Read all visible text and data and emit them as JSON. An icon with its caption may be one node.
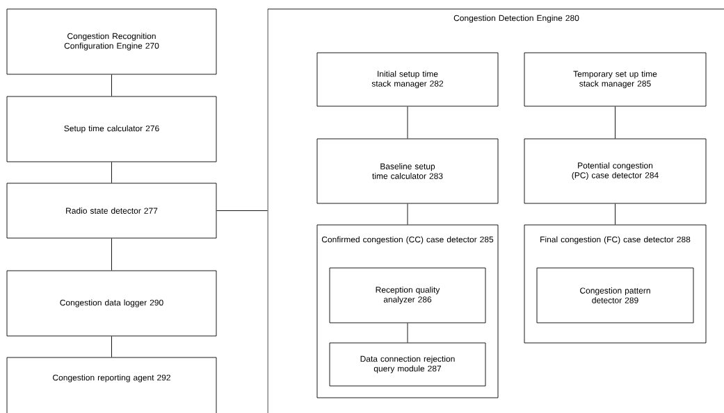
{
  "diagram": {
    "nodes": [
      {
        "text": [
          "Congestion Recognition Configuration Engine 270"
        ]
      },
      {
        "text": [
          "Setup time calculator 276"
        ]
      },
      {
        "text": [
          "Radio state detector 277"
        ]
      },
      {
        "text": [
          "Congestion data logger 290"
        ]
      },
      {
        "text": [
          "Congestion reporting agent 292"
        ]
      },
      {
        "text": [
          "Congestion Detection Engine 280"
        ]
      },
      {
        "text": [
          "Initial setup time stack manager 282"
        ],
        "in": 5
      },
      {
        "text": [
          "Temporary set up time stack manager 285"
        ],
        "in": 5
      },
      {
        "text": [
          "Baseline setup time calculator 283"
        ],
        "in": 5
      },
      {
        "text": [
          "Potential congestion (PC) case detector 284"
        ],
        "in": 5
      },
      {
        "text": [
          "Confirmed congestion (CC) case detector 285"
        ],
        "in": 5
      },
      {
        "text": [
          "Reception quality analyzer 286"
        ],
        "in": 10
      },
      {
        "text": [
          "Data connection rejection query module 287"
        ],
        "in": 10
      },
      {
        "text": [
          "Final congestion (FC) case detector 288"
        ],
        "in": 5
      },
      {
        "text": [
          "Congestion pattern detector 289"
        ],
        "in": 13
      }
    ],
    "edges": [
      {
        "from": 0,
        "to": 1,
        "arrow": "none"
      },
      {
        "from": 1,
        "to": 2,
        "arrow": "none"
      },
      {
        "from": 2,
        "to": 3,
        "arrow": "none"
      },
      {
        "from": 3,
        "to": 4,
        "arrow": "none"
      },
      {
        "from": 2,
        "to": 5,
        "arrow": "none"
      },
      {
        "from": 6,
        "to": 8,
        "arrow": "none"
      },
      {
        "from": 8,
        "to": 10,
        "arrow": "none"
      },
      {
        "from": 11,
        "to": 12,
        "arrow": "none"
      },
      {
        "from": 7,
        "to": 9,
        "arrow": "none"
      },
      {
        "from": 9,
        "to": 13,
        "arrow": "none"
      }
    ]
  }
}
